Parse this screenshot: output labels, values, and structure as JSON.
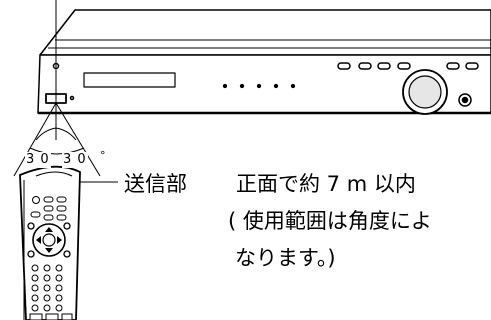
{
  "angles": {
    "left": "3 0",
    "right": "3 0",
    "degree_mark": "°"
  },
  "labels": {
    "transmitter": "送信部",
    "range": "正面で約 7 m 以内",
    "note_line1": "( 使用範囲は角度によ",
    "note_line2": "なります。)"
  },
  "colors": {
    "line": "#000000",
    "fill_light": "#ffffff",
    "knob_gray": "#bfbfbf"
  }
}
